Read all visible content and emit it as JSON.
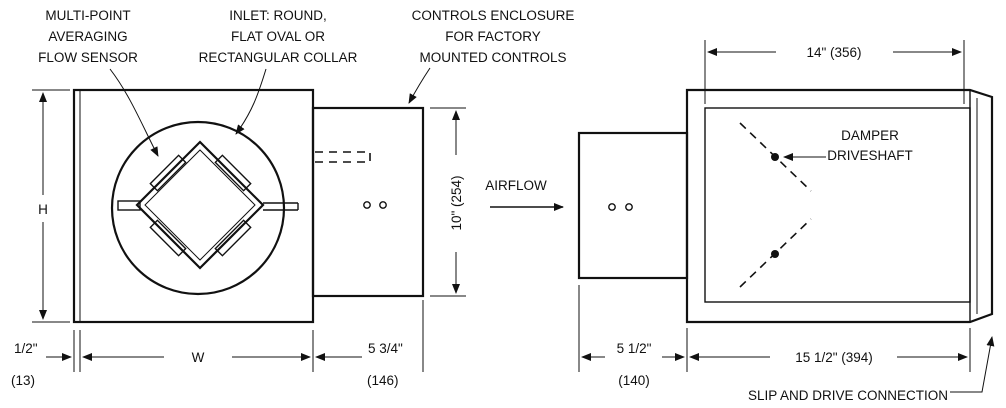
{
  "labels": {
    "sensor_line1": "MULTI-POINT",
    "sensor_line2": "AVERAGING",
    "sensor_line3": "FLOW SENSOR",
    "inlet_line1": "INLET: ROUND,",
    "inlet_line2": "FLAT OVAL OR",
    "inlet_line3": "RECTANGULAR COLLAR",
    "enclosure_line1": "CONTROLS ENCLOSURE",
    "enclosure_line2": "FOR FACTORY",
    "enclosure_line3": "MOUNTED CONTROLS",
    "airflow": "AIRFLOW",
    "damper_line1": "DAMPER",
    "damper_line2": "DRIVESHAFT",
    "slip_drive": "SLIP AND DRIVE CONNECTION"
  },
  "dimensions": {
    "height": "H",
    "width": "W",
    "flange_in": "1/2\"",
    "flange_mm": "(13)",
    "enclosure_depth_in": "5 3/4\"",
    "enclosure_depth_mm": "(146)",
    "enclosure_height": "10\" (254)",
    "top_length": "14\" (356)",
    "side_enclosure_in": "5 1/2\"",
    "side_enclosure_mm": "(140)",
    "overall_length": "15 1/2\" (394)"
  }
}
